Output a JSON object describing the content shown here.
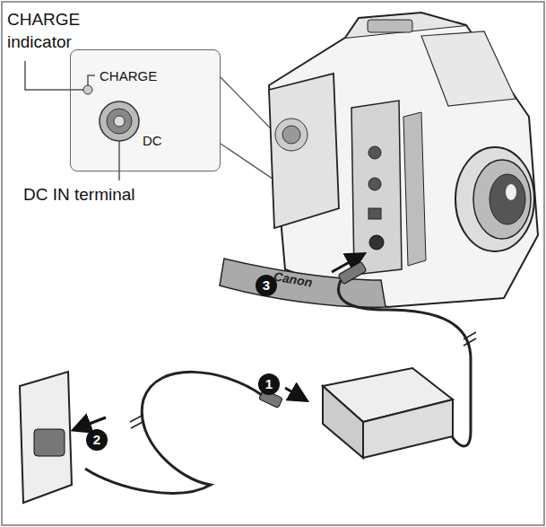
{
  "diagram": {
    "nodes": [
      {
        "text": [
          "CHARGE",
          "DC"
        ]
      }
    ],
    "labels": [
      "CHARGE indicator",
      "DC IN terminal",
      "3",
      "1",
      "2",
      "Canon"
    ]
  }
}
